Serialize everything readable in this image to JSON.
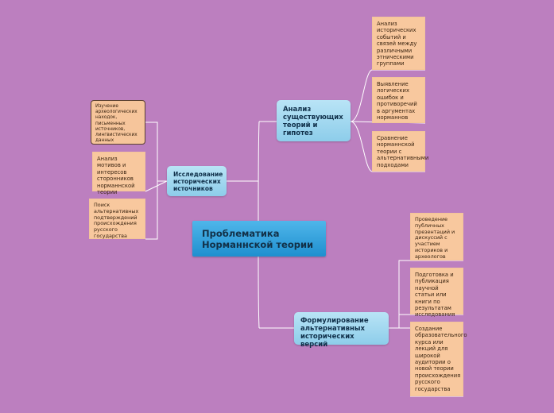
{
  "central": "Проблематика Норманнской теории",
  "topics": {
    "analysis": "Анализ существующих теорий и гипотез",
    "sources": "Исследование исторических источников",
    "alternatives": "Формулирование альтернативных исторических версий"
  },
  "leaves": {
    "analysis_1": "Анализ исторических событий и связей между различными этническими группами",
    "analysis_2": "Выявление логических ошибок и противоречий в аргументах норманнов",
    "analysis_3": "Сравнение норманнской теории с альтернативными подходами",
    "sources_1": "Изучение археологических находок, письменных источников, лингвистических данных",
    "sources_2": "Анализ мотивов и интересов сторонников норманнской теории",
    "sources_3": "Поиск альтернативных подтверждений происхождения русского государства",
    "alt_1": "Проведение публичных презентаций и дискуссий с участием историков и археологов",
    "alt_2": "Подготовка и публикация научной статьи или книги по результатам исследования",
    "alt_3": "Создание образовательного курса или лекций для широкой аудитории о новой теории происхождения русского государства"
  },
  "colors": {
    "background": "#bc7fbf",
    "central": "#2a9ed9",
    "topic": "#a5d9f0",
    "leaf": "#f8c89e",
    "connector": "#ffffff"
  }
}
